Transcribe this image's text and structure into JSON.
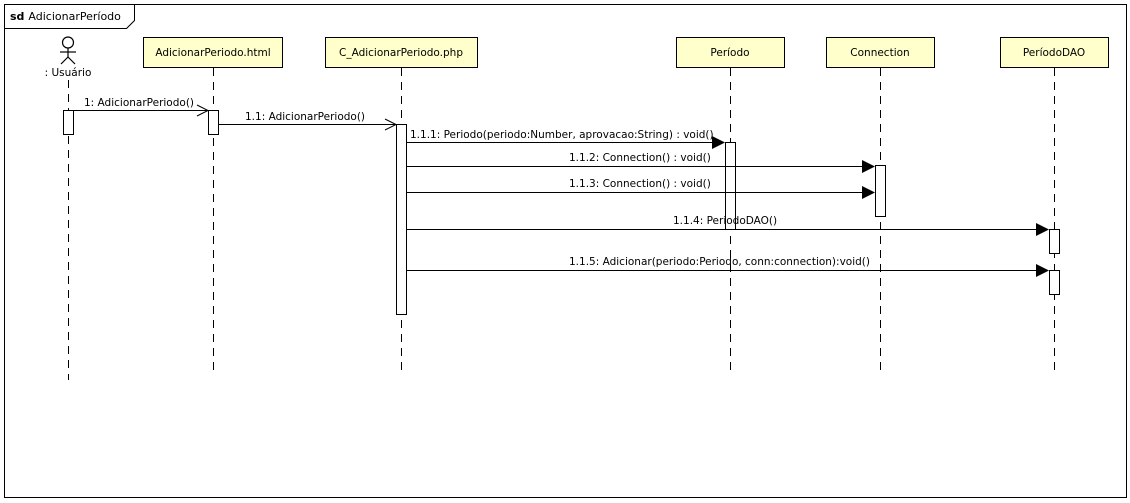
{
  "diagram": {
    "frame": {
      "keyword": "sd",
      "name": "AdicionarPeríodo"
    },
    "actor": {
      "label": ": Usuário"
    },
    "lifelines": [
      {
        "label": "AdicionarPeriodo.html"
      },
      {
        "label": "C_AdicionarPeriodo.php"
      },
      {
        "label": "Período"
      },
      {
        "label": "Connection"
      },
      {
        "label": "PeríodoDAO"
      }
    ],
    "messages": [
      {
        "label": "1: AdicionarPeriodo()"
      },
      {
        "label": "1.1: AdicionarPeriodo()"
      },
      {
        "label": "1.1.1: Periodo(periodo:Number, aprovacao:String) : void()"
      },
      {
        "label": "1.1.2: Connection() : void()"
      },
      {
        "label": "1.1.3: Connection() : void()"
      },
      {
        "label": "1.1.4: PeriodoDAO()"
      },
      {
        "label": "1.1.5: Adicionar(periodo:Periodo, conn:connection):void()"
      }
    ],
    "colors": {
      "lifeline_fill": "#ffffcc",
      "line": "#000000",
      "background": "#ffffff"
    }
  }
}
